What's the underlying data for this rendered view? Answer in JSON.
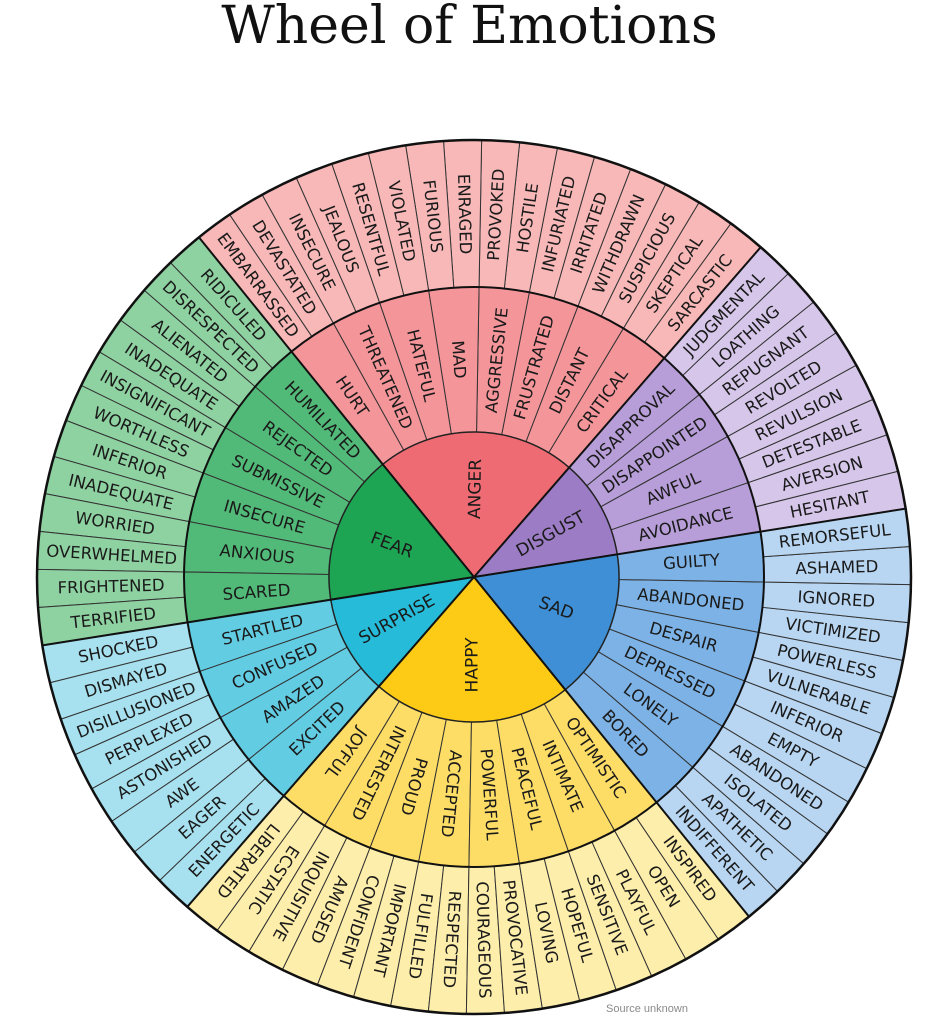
{
  "title": "Wheel of Emotions",
  "source": "Source unknown",
  "sectors": [
    {
      "core": "DISGUST",
      "colors": [
        "#9c7cc4",
        "#b79ed8",
        "#d6c7ea"
      ],
      "middle": [
        "AVOIDANCE",
        "AWFUL",
        "DISAPPOINTED",
        "DISAPPROVAL"
      ],
      "outer": [
        "HESITANT",
        "AVERSION",
        "DETESTABLE",
        "REVULSION",
        "REVOLTED",
        "REPUGNANT",
        "LOATHING",
        "JUDGMENTAL"
      ]
    },
    {
      "core": "ANGER",
      "colors": [
        "#ef6b73",
        "#f4959a",
        "#f8b8b8"
      ],
      "middle": [
        "CRITICAL",
        "DISTANT",
        "FRUSTRATED",
        "AGGRESSIVE",
        "MAD",
        "HATEFUL",
        "THREATENED",
        "HURT"
      ],
      "outer": [
        "SARCASTIC",
        "SKEPTICAL",
        "SUSPICIOUS",
        "WITHDRAWN",
        "IRRITATED",
        "INFURIATED",
        "HOSTILE",
        "PROVOKED",
        "ENRAGED",
        "FURIOUS",
        "VIOLATED",
        "RESENTFUL",
        "JEALOUS",
        "INSECURE",
        "DEVASTATED",
        "EMBARRASSED"
      ]
    },
    {
      "core": "FEAR",
      "colors": [
        "#1ea554",
        "#52ba78",
        "#8fd2a2"
      ],
      "middle": [
        "HUMILIATED",
        "REJECTED",
        "SUBMISSIVE",
        "INSECURE",
        "ANXIOUS",
        "SCARED"
      ],
      "outer": [
        "RIDICULED",
        "DISRESPECTED",
        "ALIENATED",
        "INADEQUATE",
        "INSIGNIFICANT",
        "WORTHLESS",
        "INFERIOR",
        "INADEQUATE",
        "WORRIED",
        "OVERWHELMED",
        "FRIGHTENED",
        "TERRIFIED"
      ]
    },
    {
      "core": "SURPRISE",
      "colors": [
        "#26bcd9",
        "#62cce2",
        "#a7e0ee"
      ],
      "middle": [
        "STARTLED",
        "CONFUSED",
        "AMAZED",
        "EXCITED"
      ],
      "outer": [
        "SHOCKED",
        "DISMAYED",
        "DISILLUSIONED",
        "PERPLEXED",
        "ASTONISHED",
        "AWE",
        "EAGER",
        "ENERGETIC"
      ]
    },
    {
      "core": "HAPPY",
      "colors": [
        "#fdcb16",
        "#fddd66",
        "#fdeeab"
      ],
      "middle": [
        "JOYFUL",
        "INTERESTED",
        "PROUD",
        "ACCEPTED",
        "POWERFUL",
        "PEACEFUL",
        "INTIMATE",
        "OPTIMISTIC"
      ],
      "outer": [
        "LIBERATED",
        "ECSTATIC",
        "INQUISITIVE",
        "AMUSED",
        "CONFIDENT",
        "IMPORTANT",
        "FULFILLED",
        "RESPECTED",
        "COURAGEOUS",
        "PROVOCATIVE",
        "LOVING",
        "HOPEFUL",
        "SENSITIVE",
        "PLAYFUL",
        "OPEN",
        "INSPIRED"
      ]
    },
    {
      "core": "SAD",
      "colors": [
        "#3e8fd5",
        "#7cb2e5",
        "#b8d6f2"
      ],
      "middle": [
        "BORED",
        "LONELY",
        "DEPRESSED",
        "DESPAIR",
        "ABANDONED",
        "GUILTY"
      ],
      "outer": [
        "INDIFFERENT",
        "APATHETIC",
        "ISOLATED",
        "ABANDONED",
        "EMPTY",
        "INFERIOR",
        "VULNERABLE",
        "POWERLESS",
        "VICTIMIZED",
        "IGNORED",
        "ASHAMED",
        "REMORSEFUL"
      ]
    }
  ]
}
